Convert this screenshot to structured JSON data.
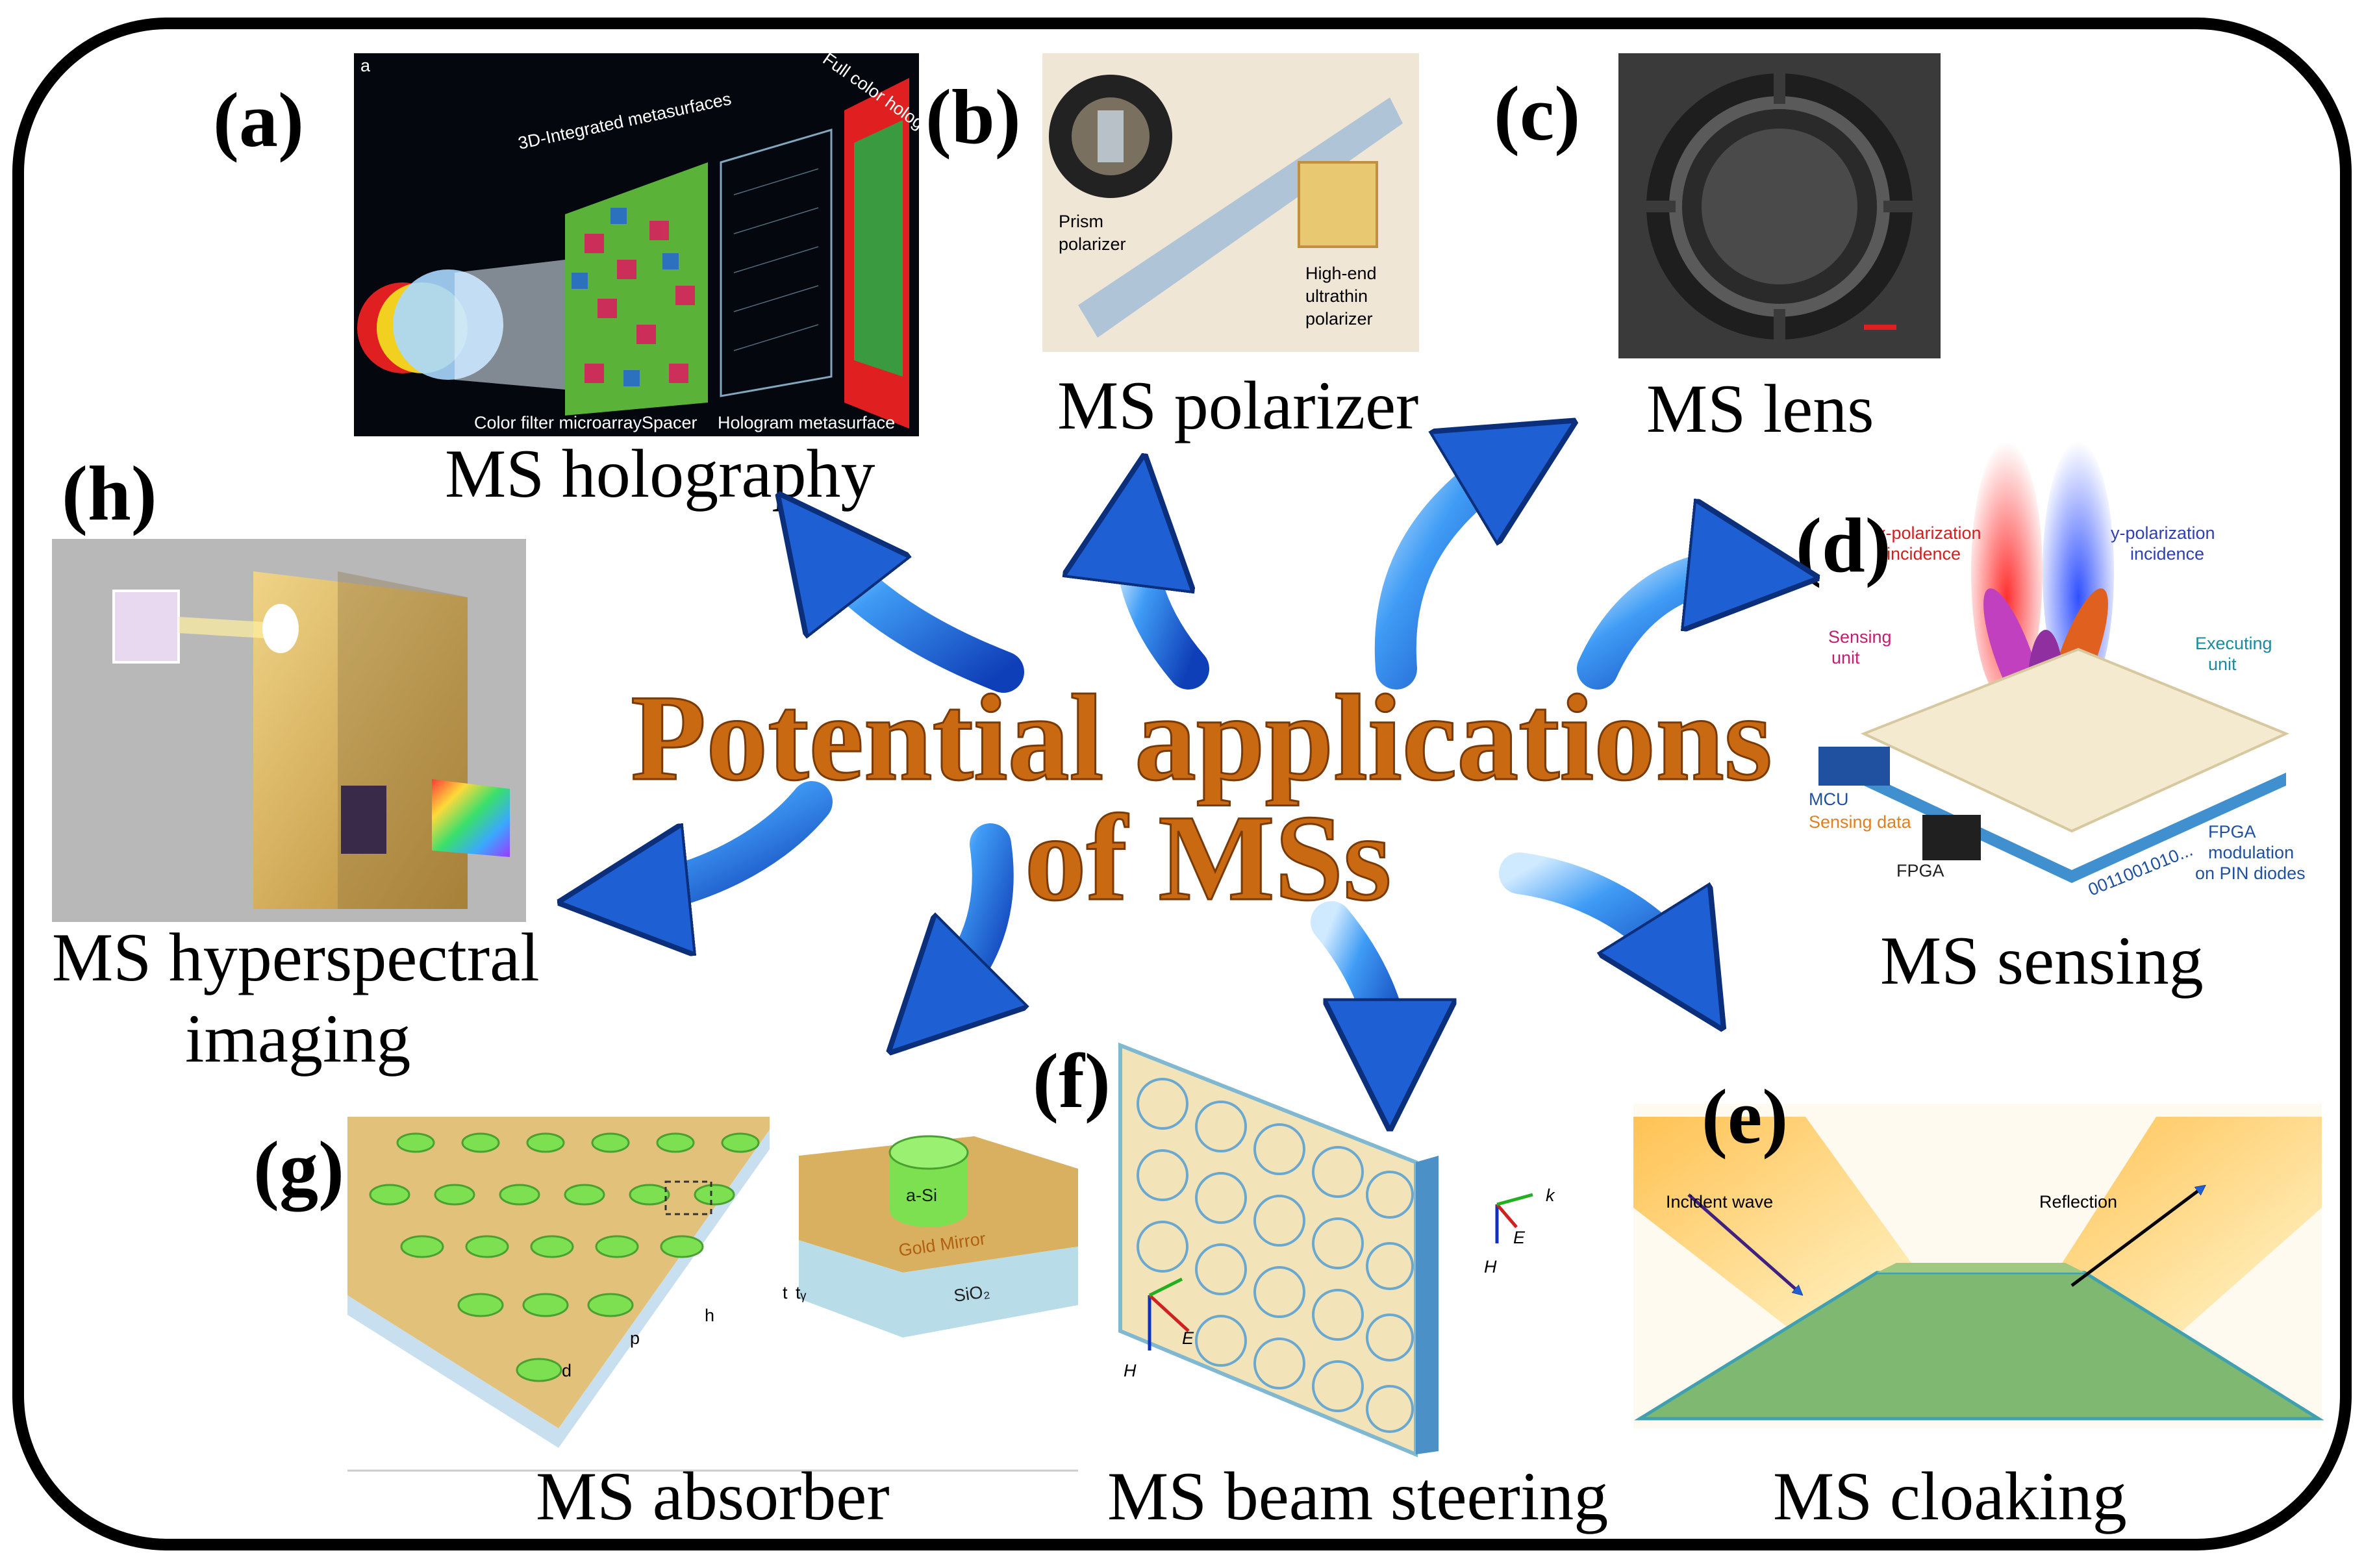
{
  "title": {
    "line1": "Potential applications",
    "line2": "of MSs"
  },
  "colors": {
    "frame": "#000000",
    "background": "#ffffff",
    "title_fill": "#c96a13",
    "arrow": "#1e63d6",
    "arrow_highlight": "#8fc6ff"
  },
  "panels": {
    "a": {
      "label": "(a)",
      "caption": "MS holography",
      "inner": {
        "tag": "a",
        "full_color": "Full color holography",
        "integrated": "3D-Integrated metasurfaces",
        "color_filter": "Color filter microarray",
        "spacer": "Spacer",
        "hologram": "Hologram metasurface"
      }
    },
    "b": {
      "label": "(b)",
      "caption": "MS polarizer",
      "inner": {
        "prism_1": "Prism",
        "prism_2": "polarizer",
        "high_1": "High-end",
        "high_2": "ultrathin",
        "high_3": "polarizer"
      }
    },
    "c": {
      "label": "(c)",
      "caption": "MS lens"
    },
    "d": {
      "label": "(d)",
      "caption": "MS sensing",
      "inner": {
        "xpol_1": "x-polarization",
        "xpol_2": "incidence",
        "ypol_1": "y-polarization",
        "ypol_2": "incidence",
        "sensing_1": "Sensing",
        "sensing_2": "unit",
        "executing_1": "Executing",
        "executing_2": "unit",
        "mcu": "MCU",
        "sensing_data": "Sensing data",
        "fpga": "FPGA",
        "fpga_mod_1": "FPGA",
        "fpga_mod_2": "modulation",
        "fpga_mod_3": "on PIN diodes",
        "bits": "0011001010..."
      }
    },
    "e": {
      "label": "(e)",
      "caption": "MS cloaking",
      "inner": {
        "incident": "Incident wave",
        "reflection": "Reflection"
      }
    },
    "f": {
      "label": "(f)",
      "caption": "MS beam steering",
      "inner": {
        "k": "k",
        "e1": "E",
        "h1": "H",
        "e2": "E",
        "h2": "H"
      }
    },
    "g": {
      "label": "(g)",
      "caption": "MS absorber",
      "inner": {
        "asi": "a-Si",
        "gold": "Gold Mirror",
        "sio2": "SiO₂",
        "d": "d",
        "p": "p",
        "h": "h",
        "t": "t",
        "tg": "tᵧ"
      }
    },
    "h": {
      "label": "(h)",
      "caption_1": "MS hyperspectral",
      "caption_2": "imaging"
    }
  }
}
